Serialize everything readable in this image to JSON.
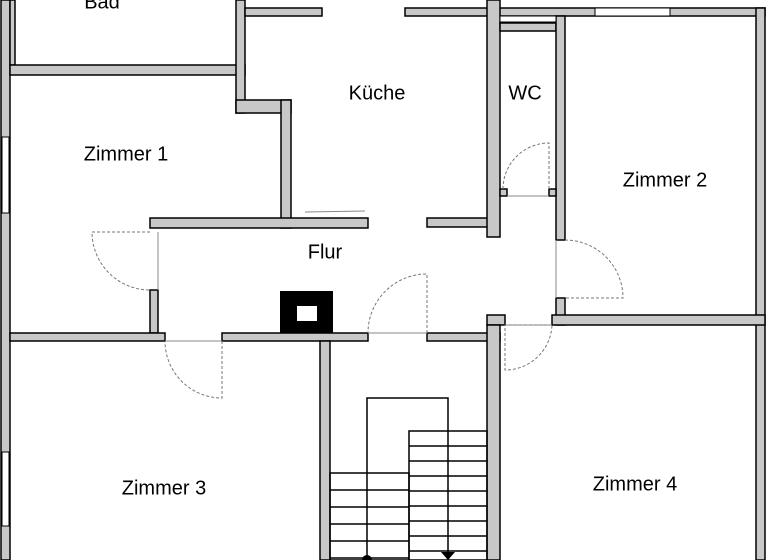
{
  "rooms": {
    "bad": "Bad",
    "kueche": "Küche",
    "wc": "WC",
    "zimmer1": "Zimmer 1",
    "zimmer2": "Zimmer 2",
    "flur": "Flur",
    "zimmer3": "Zimmer 3",
    "zimmer4": "Zimmer 4"
  },
  "colors": {
    "wall": "#c8c8c8",
    "outline": "#000000",
    "chimney": "#000000"
  }
}
